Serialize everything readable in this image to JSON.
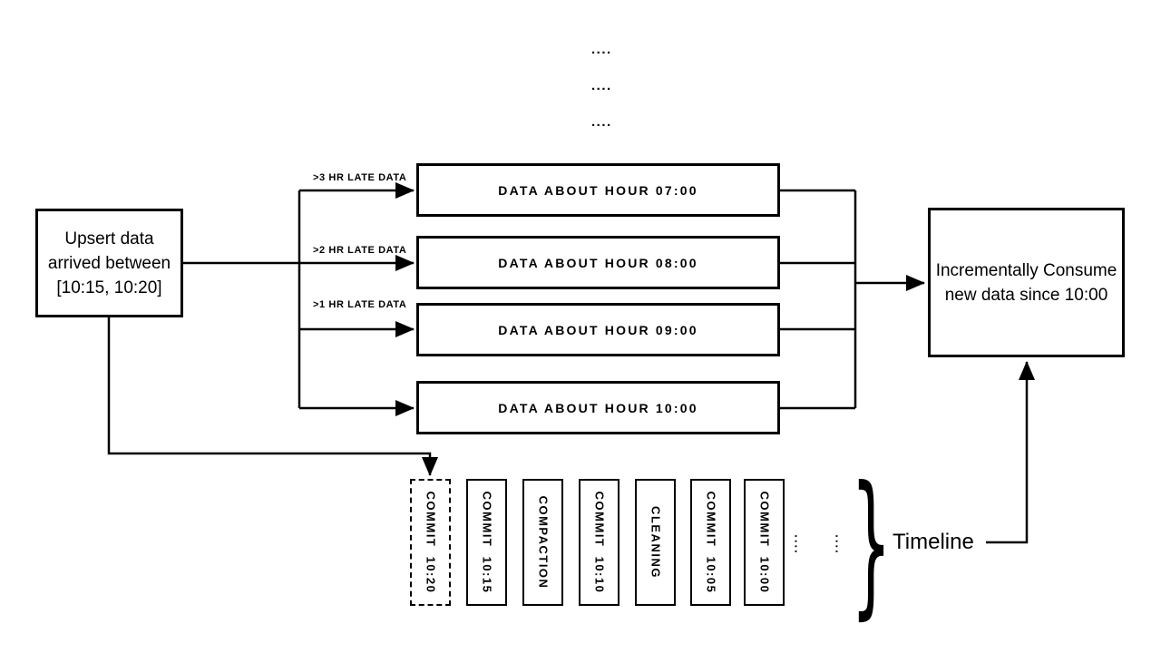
{
  "diagram": {
    "top_ellipsis": [
      "....",
      "....",
      "...."
    ],
    "upsert_box": {
      "line1": "Upsert data",
      "line2": "arrived between",
      "line3": "[10:15, 10:20]"
    },
    "late_labels": [
      ">3 HR LATE DATA",
      ">2 HR LATE DATA",
      ">1 HR LATE DATA"
    ],
    "hour_boxes": [
      "DATA ABOUT HOUR 07:00",
      "DATA ABOUT HOUR 08:00",
      "DATA ABOUT HOUR 09:00",
      "DATA ABOUT HOUR 10:00"
    ],
    "consume_box": {
      "line1": "Incrementally Consume",
      "line2": "new data since 10:00"
    },
    "timeline": {
      "entries": [
        {
          "label": "COMMIT  10:20",
          "style": "dashed"
        },
        {
          "label": "COMMIT  10:15",
          "style": "solid"
        },
        {
          "label": "COMPACTION",
          "style": "solid"
        },
        {
          "label": "COMMIT  10:10",
          "style": "solid"
        },
        {
          "label": "CLEANING",
          "style": "solid"
        },
        {
          "label": "COMMIT  10:05",
          "style": "solid"
        },
        {
          "label": "COMMIT  10:00",
          "style": "solid"
        }
      ],
      "ellipsis": [
        "....",
        "...."
      ],
      "brace_glyph": "}",
      "label": "Timeline"
    },
    "colors": {
      "ink": "#000000",
      "background": "#ffffff"
    }
  }
}
